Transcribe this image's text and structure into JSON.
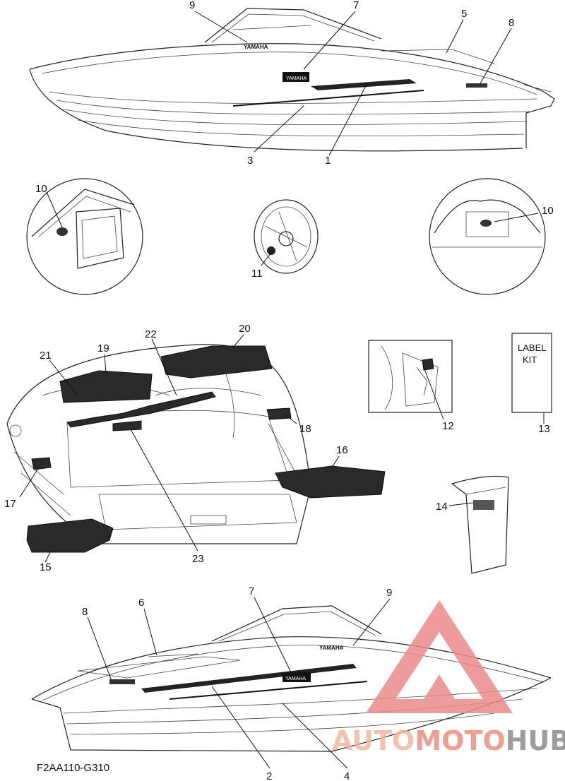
{
  "callouts": {
    "c1": "1",
    "c2": "2",
    "c3": "3",
    "c4": "4",
    "c5": "5",
    "c6": "6",
    "c7a": "7",
    "c7b": "7",
    "c8a": "8",
    "c8b": "8",
    "c9a": "9",
    "c9b": "9",
    "c10a": "10",
    "c10b": "10",
    "c11": "11",
    "c12": "12",
    "c13": "13",
    "c14": "14",
    "c15": "15",
    "c16": "16",
    "c17": "17",
    "c18": "18",
    "c19": "19",
    "c20": "20",
    "c21": "21",
    "c22": "22",
    "c23": "23"
  },
  "label_kit": {
    "line1": "LABEL",
    "line2": "KIT"
  },
  "decal_text": {
    "top": "YAMAHA",
    "bottom": "YAMAHA"
  },
  "diagram_code": "F2AA110-G310",
  "watermark": {
    "part1": "AUTO",
    "part2": "MOTO",
    "part3": "HUB",
    "colors": {
      "light": "#f2b8a2",
      "mid": "#eb8f80",
      "dark": "#8c8c8c",
      "triangle": "#ec8a8a"
    }
  }
}
